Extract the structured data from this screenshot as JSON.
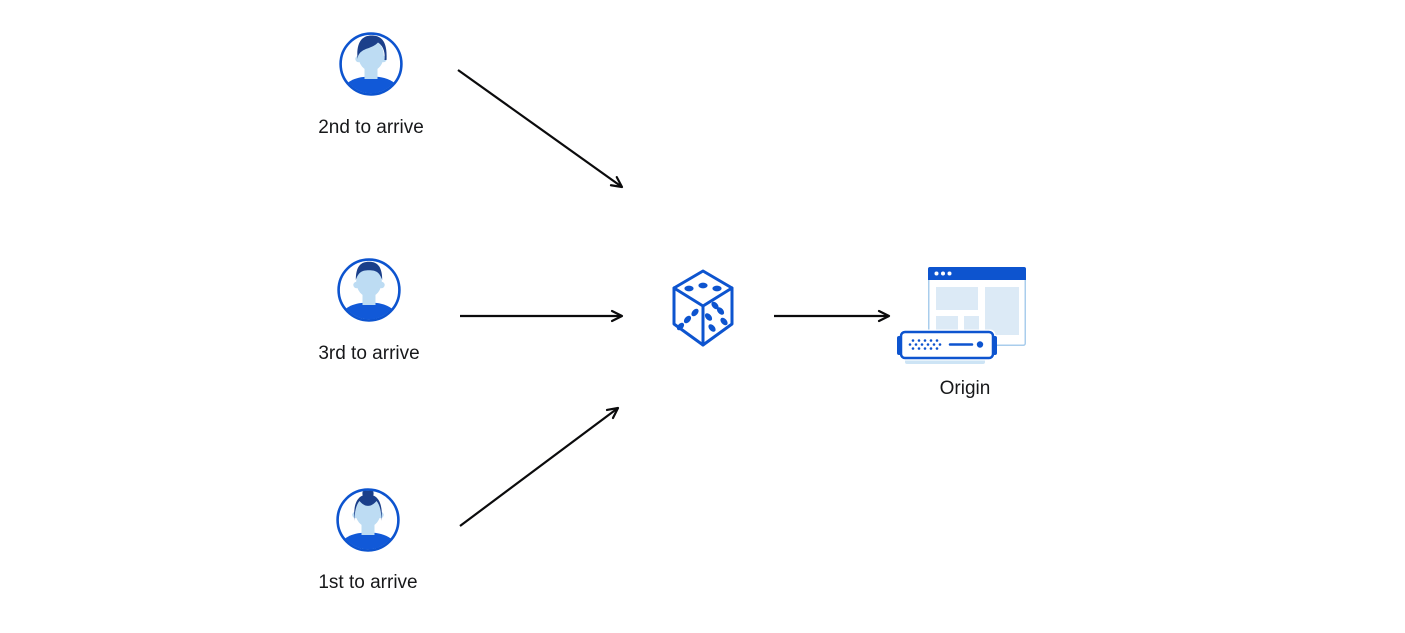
{
  "diagram_title": "load-balancing-random-steering-diagram",
  "colors": {
    "primary_blue": "#0d54cf",
    "shirt_blue": "#1159d8",
    "hair_navy": "#1b3f8a",
    "skin_blue": "#bddcf3",
    "panel_blue": "#dceaf6",
    "shadow_blue": "#cde4f5",
    "window_border": "#a9cdec",
    "arrow_black": "#0b0b0c",
    "text_color": "#17181a",
    "background": "#ffffff"
  },
  "nodes": {
    "users": [
      {
        "id": "second",
        "label": "2nd to arrive",
        "icon": "avatar-man-swept-hair-icon"
      },
      {
        "id": "third",
        "label": "3rd to arrive",
        "icon": "avatar-man-flattop-hair-icon"
      },
      {
        "id": "first",
        "label": "1st to arrive",
        "icon": "avatar-woman-bun-icon"
      }
    ],
    "router": {
      "icon": "dice-icon"
    },
    "origin": {
      "label": "Origin",
      "icon": "browser-window-and-server-icon"
    }
  },
  "arrows": [
    {
      "from": "second",
      "to": "router"
    },
    {
      "from": "third",
      "to": "router"
    },
    {
      "from": "first",
      "to": "router"
    },
    {
      "from": "router",
      "to": "origin"
    }
  ]
}
